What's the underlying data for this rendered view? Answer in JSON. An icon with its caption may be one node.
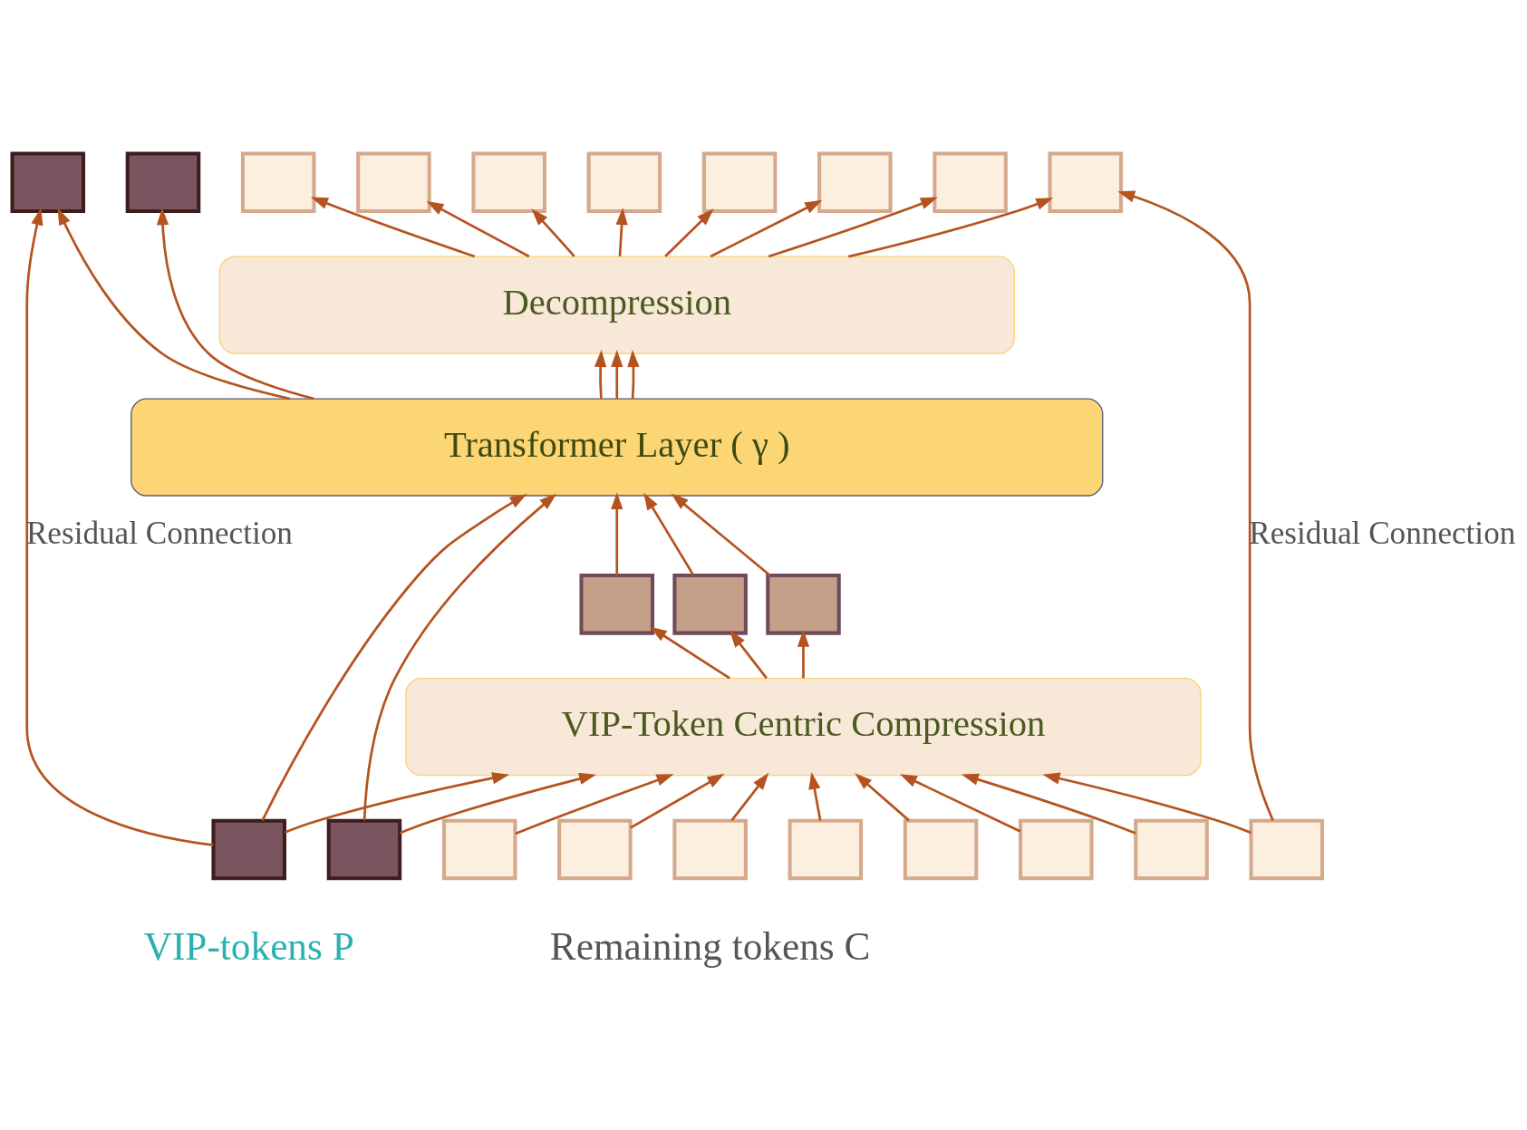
{
  "diagram": {
    "nodes": [
      {
        "text": [],
        "shape": "box"
      },
      {
        "text": [],
        "shape": "box"
      },
      {
        "text": [],
        "shape": "box"
      },
      {
        "text": [],
        "shape": "box"
      },
      {
        "text": [],
        "shape": "box"
      },
      {
        "text": [],
        "shape": "box"
      },
      {
        "text": [],
        "shape": "box"
      },
      {
        "text": [],
        "shape": "box"
      },
      {
        "text": [],
        "shape": "box"
      },
      {
        "text": [],
        "shape": "box"
      },
      {
        "text": [
          "Decompression"
        ]
      },
      {
        "text": [
          "Transformer Layer ( γ )"
        ]
      },
      {
        "text": [],
        "shape": "box"
      },
      {
        "text": [],
        "shape": "box"
      },
      {
        "text": [],
        "shape": "box"
      },
      {
        "text": [
          "VIP-Token Centric Compression"
        ]
      },
      {
        "text": [],
        "shape": "box"
      },
      {
        "text": [],
        "shape": "box"
      },
      {
        "text": [],
        "shape": "box"
      },
      {
        "text": [],
        "shape": "box"
      },
      {
        "text": [],
        "shape": "box"
      },
      {
        "text": [],
        "shape": "box"
      },
      {
        "text": [],
        "shape": "box"
      },
      {
        "text": [],
        "shape": "box"
      },
      {
        "text": [],
        "shape": "box"
      },
      {
        "text": [],
        "shape": "box"
      }
    ],
    "edges": [
      {
        "from": 16,
        "to": 0,
        "arrow": "to",
        "label": "Residual Connection"
      },
      {
        "from": 25,
        "to": 9,
        "arrow": "to",
        "label": "Residual Connection"
      },
      {
        "from": 16,
        "to": 11,
        "arrow": "to"
      },
      {
        "from": 17,
        "to": 11,
        "arrow": "to"
      },
      {
        "from": 16,
        "to": 15,
        "arrow": "to"
      },
      {
        "from": 17,
        "to": 15,
        "arrow": "to"
      },
      {
        "from": 18,
        "to": 15,
        "arrow": "to"
      },
      {
        "from": 19,
        "to": 15,
        "arrow": "to"
      },
      {
        "from": 20,
        "to": 15,
        "arrow": "to"
      },
      {
        "from": 21,
        "to": 15,
        "arrow": "to"
      },
      {
        "from": 22,
        "to": 15,
        "arrow": "to"
      },
      {
        "from": 23,
        "to": 15,
        "arrow": "to"
      },
      {
        "from": 24,
        "to": 15,
        "arrow": "to"
      },
      {
        "from": 25,
        "to": 15,
        "arrow": "to"
      },
      {
        "from": 15,
        "to": 12,
        "arrow": "to"
      },
      {
        "from": 15,
        "to": 13,
        "arrow": "to"
      },
      {
        "from": 15,
        "to": 14,
        "arrow": "to"
      },
      {
        "from": 12,
        "to": 11,
        "arrow": "to"
      },
      {
        "from": 13,
        "to": 11,
        "arrow": "to"
      },
      {
        "from": 14,
        "to": 11,
        "arrow": "to"
      },
      {
        "from": 11,
        "to": 10,
        "arrow": "to"
      },
      {
        "from": 11,
        "to": 10,
        "arrow": "to"
      },
      {
        "from": 11,
        "to": 10,
        "arrow": "to"
      },
      {
        "from": 11,
        "to": 0,
        "arrow": "to"
      },
      {
        "from": 11,
        "to": 1,
        "arrow": "to"
      },
      {
        "from": 10,
        "to": 2,
        "arrow": "to"
      },
      {
        "from": 10,
        "to": 3,
        "arrow": "to"
      },
      {
        "from": 10,
        "to": 4,
        "arrow": "to"
      },
      {
        "from": 10,
        "to": 5,
        "arrow": "to"
      },
      {
        "from": 10,
        "to": 6,
        "arrow": "to"
      },
      {
        "from": 10,
        "to": 7,
        "arrow": "to"
      },
      {
        "from": 10,
        "to": 8,
        "arrow": "to"
      },
      {
        "from": 10,
        "to": 9,
        "arrow": "to"
      }
    ],
    "labels": [
      "VIP-tokens P",
      "Remaining tokens C"
    ]
  }
}
